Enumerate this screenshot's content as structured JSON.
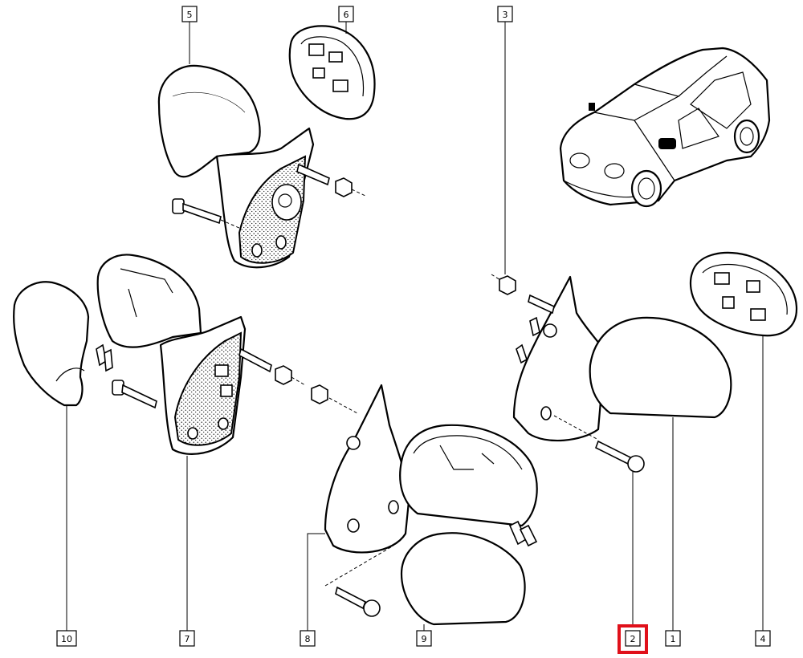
{
  "diagram": {
    "highlight_color": "#e0101a",
    "highlighted_callout": "2",
    "callouts": {
      "c1": "1",
      "c2": "2",
      "c3": "3",
      "c4": "4",
      "c5": "5",
      "c6": "6",
      "c7": "7",
      "c8": "8",
      "c9": "9",
      "c10": "10"
    },
    "parts": [
      "mirror-housing-cover",
      "mounting-screw",
      "nut",
      "mirror-glass",
      "mirror-shell",
      "mirror-glass-upper",
      "mirror-base-assembly",
      "mirror-base-left",
      "mirror-cap",
      "mirror-cover-left"
    ]
  }
}
